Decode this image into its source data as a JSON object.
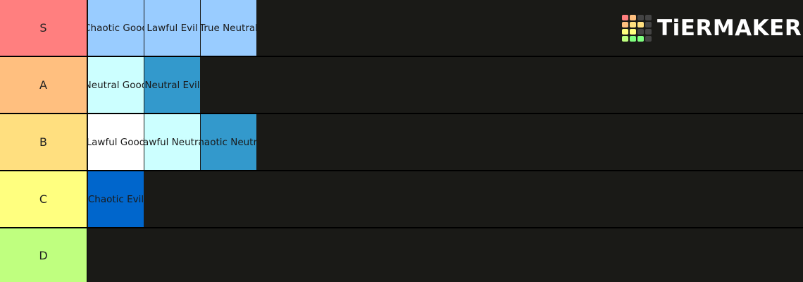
{
  "logo": {
    "text": "TiERMAKER",
    "grid_colors": [
      "#ff7f7f",
      "#ffbf7f",
      "#444444",
      "#444444",
      "#ffbf7f",
      "#ffdf7f",
      "#ffdf7f",
      "#444444",
      "#ffff7f",
      "#ffff7f",
      "#444444",
      "#444444",
      "#bfff7f",
      "#7fff7f",
      "#7fff7f",
      "#444444"
    ]
  },
  "tiers": [
    {
      "label": "S",
      "color": "#ff7f7f",
      "items": [
        {
          "text": "Chaotic Good",
          "bg": "#99ccff"
        },
        {
          "text": "Lawful Evil",
          "bg": "#99ccff"
        },
        {
          "text": "True Neutral",
          "bg": "#99ccff"
        }
      ]
    },
    {
      "label": "A",
      "color": "#ffbf7f",
      "items": [
        {
          "text": "Neutral Good",
          "bg": "#ccffff"
        },
        {
          "text": "Neutral Evil",
          "bg": "#3399cc"
        }
      ]
    },
    {
      "label": "B",
      "color": "#ffdf7f",
      "items": [
        {
          "text": "Lawful Good",
          "bg": "#ffffff"
        },
        {
          "text": "Lawful Neutral",
          "bg": "#ccffff"
        },
        {
          "text": "Chaotic Neutral",
          "bg": "#3399cc"
        }
      ]
    },
    {
      "label": "C",
      "color": "#ffff7f",
      "items": [
        {
          "text": "Chaotic Evil",
          "bg": "#0066cc"
        }
      ]
    },
    {
      "label": "D",
      "color": "#bfff7f",
      "items": []
    }
  ]
}
